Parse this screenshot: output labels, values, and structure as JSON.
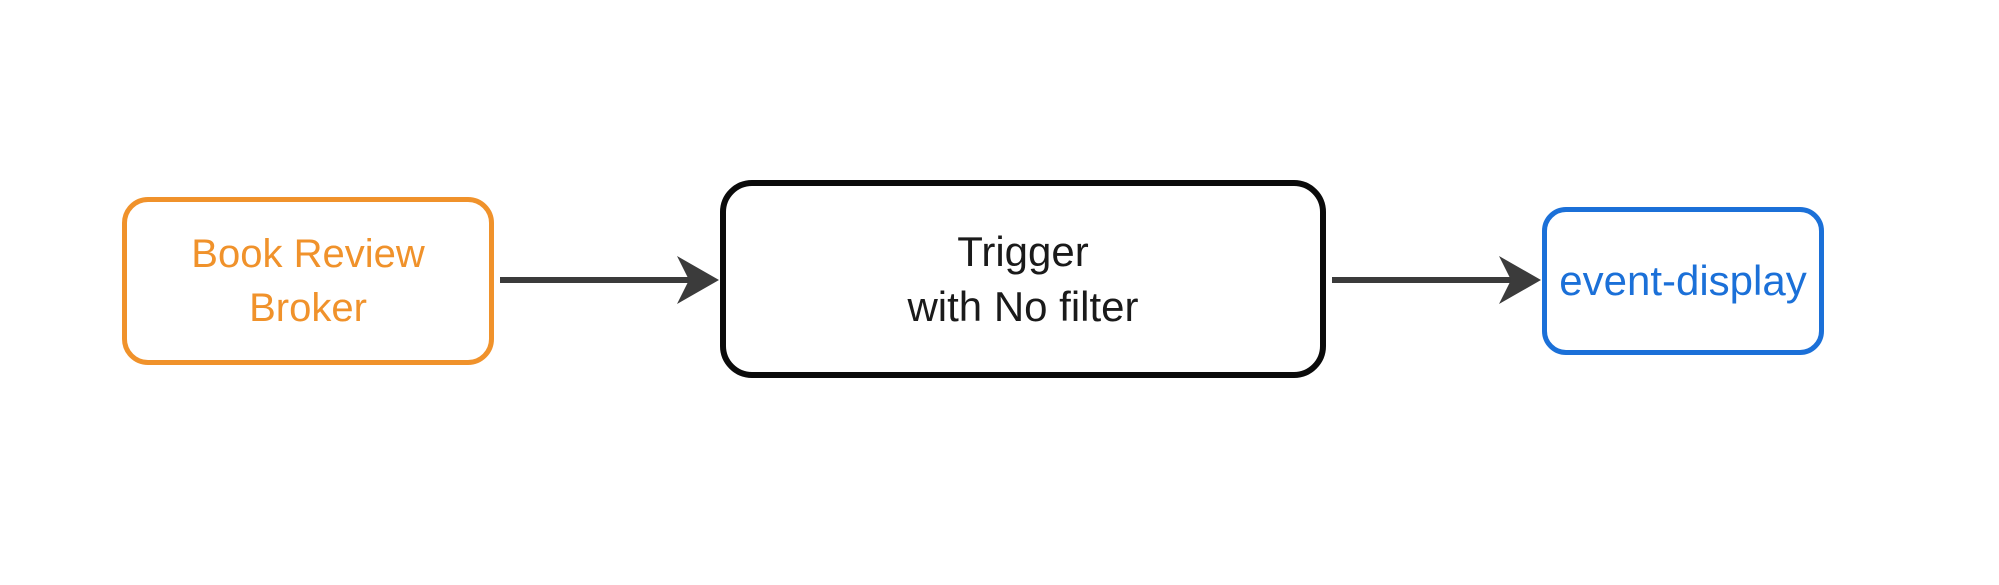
{
  "diagram": {
    "background": "#FFFFFF",
    "nodes": [
      {
        "id": "book-review-broker",
        "label": "Book Review\nBroker",
        "border_color": "#F0922B",
        "text_color": "#F0922B",
        "shape": "rounded-rectangle"
      },
      {
        "id": "trigger",
        "label": "Trigger\nwith No filter",
        "border_color": "#0B0B0B",
        "text_color": "#1A1A1A",
        "shape": "rounded-rectangle"
      },
      {
        "id": "event-display",
        "label": "event-display",
        "border_color": "#1B70D8",
        "text_color": "#1B70D8",
        "shape": "rounded-rectangle"
      }
    ],
    "edges": [
      {
        "from": "book-review-broker",
        "to": "trigger",
        "style": "solid-arrow"
      },
      {
        "from": "trigger",
        "to": "event-display",
        "style": "solid-arrow"
      }
    ],
    "edge_color": "#3B3B3B"
  }
}
